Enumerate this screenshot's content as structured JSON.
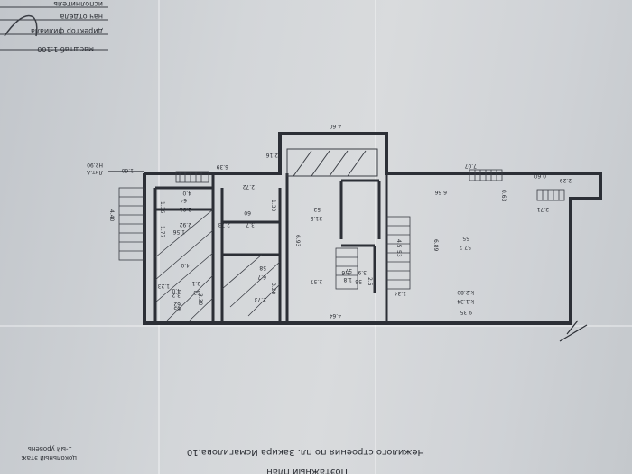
{
  "stamp": {
    "line1": "исполнитель",
    "line2": "нач отдела",
    "line3": "директор филиала",
    "scale": "масштаб 1:100"
  },
  "title": {
    "line1": "Поэтажный план",
    "line2": "Нежилого строения по пл. Закира Исмагилова,10"
  },
  "floor_note": {
    "line1": "цокольный этаж",
    "line2": "1-ый уровень"
  },
  "section_marks": {
    "top_left_a": "Лит.А",
    "top_left_b": "Н2.90"
  },
  "dimensions": {
    "top_chimney": "4.60",
    "chimney_height": "2.16",
    "left_gap": "1.60",
    "left_gap2": "6.39",
    "right_gap": "7.07",
    "right_gap2": "0.60",
    "right_gap3": "2.29",
    "left_side": "4.40",
    "right_wall": "2.71",
    "bottom_mid": "4.64",
    "bottom_right": "9.35",
    "right_inner": "6.66",
    "right_inner2": "0.63"
  },
  "rooms": [
    {
      "area": "64",
      "dims": [
        "2.92",
        "2.91",
        "4.0",
        "1.36",
        "1.77"
      ]
    },
    {
      "area": "60",
      "dims": [
        "3.7",
        "2.73",
        "1.30",
        "2.72"
      ]
    },
    {
      "area": "52",
      "dims": [
        "2.57",
        "6.93",
        "21.5"
      ]
    },
    {
      "area": "55",
      "dims": [
        "6.89",
        "57.2",
        "k.2.80",
        "k.1.34"
      ]
    },
    {
      "area": "56",
      "dims": [
        "2.6",
        "3.9"
      ]
    },
    {
      "area": "58",
      "dims": [
        "2.73",
        "6.7",
        "3.20"
      ]
    },
    {
      "area": "63",
      "dims": [
        "1.23",
        "2.1",
        "4.0",
        "1.56",
        "3.30"
      ]
    },
    {
      "area": "65",
      "dims": [
        "2.1",
        "4.0"
      ]
    },
    {
      "area": "62",
      "dims": [
        "3.2"
      ]
    },
    {
      "area": "57",
      "dims": [
        "1.8",
        "2.5"
      ]
    },
    {
      "area": "53",
      "dims": [
        "4.5",
        "1.34"
      ]
    }
  ]
}
